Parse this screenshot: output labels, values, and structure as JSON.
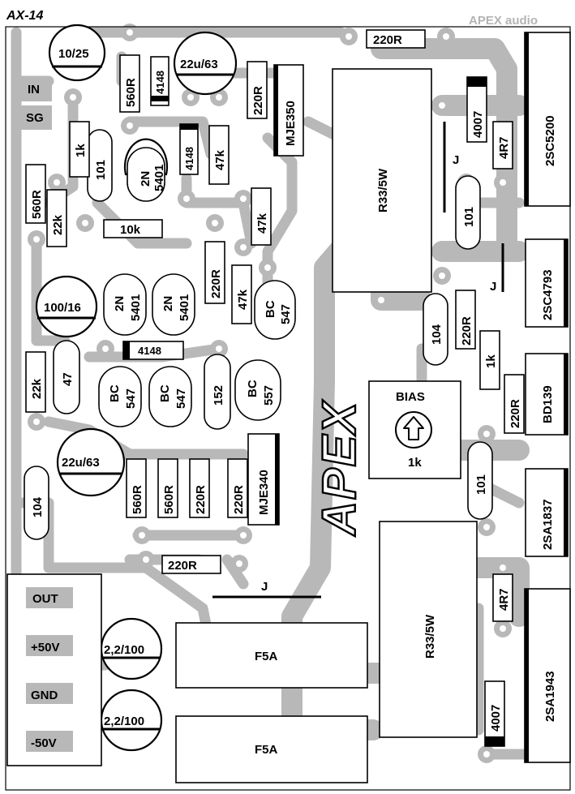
{
  "board": {
    "title": "AX-14",
    "brand": "APEX audio",
    "logo": "APEX",
    "colors": {
      "copper": "#b8b8b8",
      "ink": "#000000",
      "paper": "#ffffff"
    }
  },
  "connectors": {
    "in": "IN",
    "sg": "SG",
    "out": "OUT",
    "plus50": "+50V",
    "gnd": "GND",
    "minus50": "-50V"
  },
  "capacitors": {
    "c_10_25": "10/25",
    "c_22u63_top": "22u/63",
    "c_100_16": "100/16",
    "c_22u63_mid": "22u/63",
    "c_2200_a": "2,2/100",
    "c_2200_b": "2,2/100",
    "c_101_a": "101",
    "c_101_b": "101",
    "c_101_c": "101",
    "c_104_a": "104",
    "c_104_b": "104",
    "c_47": "47",
    "c_152": "152"
  },
  "resistors": {
    "r_220r_top": "220R",
    "r_560r_a": "560R",
    "r_220r_mje350": "220R",
    "r_1k_a": "1k",
    "r_560r_b": "560R",
    "r_22k_a": "22k",
    "r_10k": "10k",
    "r_47k_a": "47k",
    "r_47k_b": "47k",
    "r_220r_mid": "220R",
    "r_47k_c": "47k",
    "r_22k_b": "22k",
    "r_560r_c": "560R",
    "r_560r_d": "560R",
    "r_220r_c": "220R",
    "r_220r_d": "220R",
    "r_220r_bottom": "220R",
    "r_4r7_a": "4R7",
    "r_220r_e": "220R",
    "r_1k_b": "1k",
    "r_220r_f": "220R",
    "r_4r7_b": "4R7",
    "r_r33_a": "R33/5W",
    "r_r33_b": "R33/5W",
    "pot_label": "BIAS",
    "pot_value": "1k"
  },
  "diodes": {
    "d_4148_a": "4148",
    "d_4148_b": "4148",
    "d_4148_c": "4148",
    "d_4007_a": "4007",
    "d_4007_b": "4007"
  },
  "transistors": {
    "q_mje350": "MJE350",
    "q_mje340": "MJE340",
    "q_2n5401_a_top": "2N",
    "q_2n5401_a_bot": "5401",
    "q_2n5401_b_top": "2N",
    "q_2n5401_b_bot": "5401",
    "q_2n5401_c_top": "2N",
    "q_2n5401_c_bot": "5401",
    "q_bc547_a_top": "BC",
    "q_bc547_a_bot": "547",
    "q_bc547_b_top": "BC",
    "q_bc547_b_bot": "547",
    "q_bc547_c_top": "BC",
    "q_bc547_c_bot": "547",
    "q_bc557_top": "BC",
    "q_bc557_bot": "557",
    "q_2sc5200": "2SC5200",
    "q_2sc4793": "2SC4793",
    "q_bd139": "BD139",
    "q_2sa1837": "2SA1837",
    "q_2sa1943": "2SA1943"
  },
  "fuses": {
    "f_a": "F5A",
    "f_b": "F5A"
  },
  "jumpers": {
    "j_a": "J",
    "j_b": "J",
    "j_c": "J"
  }
}
